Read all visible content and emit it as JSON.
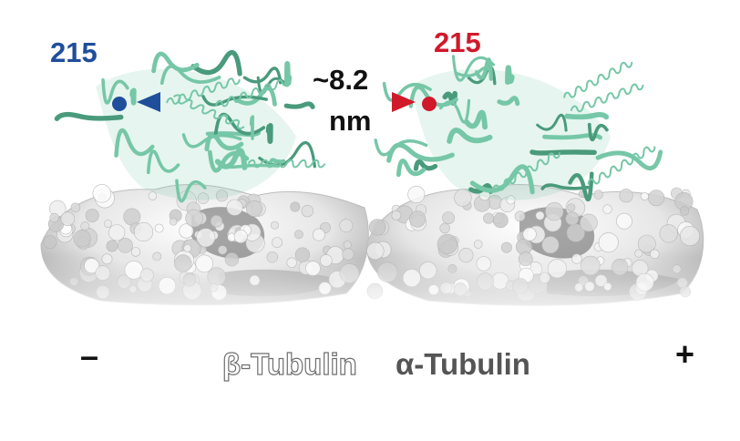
{
  "markers": {
    "left_residue": "215",
    "right_residue": "215"
  },
  "distance": {
    "value": "~8.2",
    "unit": "nm"
  },
  "polarity": {
    "minus_end": "–",
    "plus_end": "+"
  },
  "subunits": {
    "beta": "β-Tubulin",
    "alpha": "α-Tubulin"
  },
  "colors": {
    "left_marker": "#1f4e9b",
    "right_marker": "#d0192b",
    "protein_ribbon": "#76c7a7",
    "protein_ribbon_dark": "#4a9a7c",
    "tubulin_surface": "#d9d9d9",
    "tubulin_shadow": "#8a8a8a",
    "alpha_label": "#555555",
    "beta_label_outline": "#6f6f6f"
  }
}
